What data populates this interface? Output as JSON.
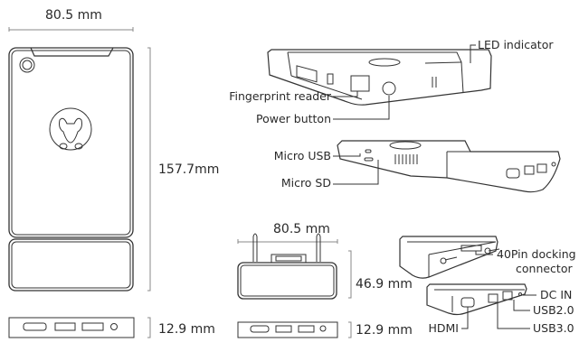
{
  "front_view": {
    "width_label": "80.5 mm",
    "height_label": "157.7mm",
    "thickness_label": "12.9 mm"
  },
  "device_callouts": {
    "led": "LED indicator",
    "fingerprint": "Fingerprint reader",
    "power": "Power button",
    "micro_usb": "Micro USB",
    "micro_sd": "Micro SD"
  },
  "dock_view": {
    "width_label": "80.5 mm",
    "height_label": "46.9 mm",
    "thickness_label": "12.9 mm"
  },
  "dock_callouts": {
    "docking_line1": "40Pin docking",
    "docking_line2": "connector",
    "dc_in": "DC IN",
    "usb2": "USB2.0",
    "hdmi": "HDMI",
    "usb3": "USB3.0"
  }
}
